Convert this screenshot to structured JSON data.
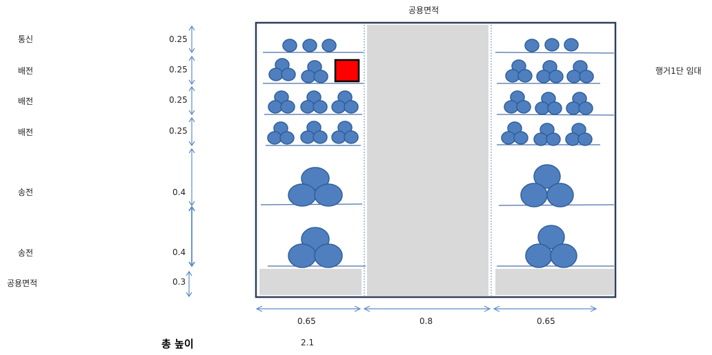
{
  "diagram": {
    "top_label": "공용면적",
    "right_label": "행거1단 임대",
    "rows": [
      {
        "name": "통신",
        "height": "0.25"
      },
      {
        "name": "배전",
        "height": "0.25"
      },
      {
        "name": "배전",
        "height": "0.25"
      },
      {
        "name": "배전",
        "height": "0.25"
      },
      {
        "name": "송전",
        "height": "0.4"
      },
      {
        "name": "송전",
        "height": "0.4"
      },
      {
        "name": "공용면적",
        "height": "0.3"
      }
    ],
    "columns": [
      "0.65",
      "0.8",
      "0.65"
    ],
    "total": {
      "label": "총 높이",
      "value": "2.1"
    }
  },
  "colors": {
    "cable_fill": "#4f7fbf",
    "cable_stroke": "#2f5f9a",
    "frame": "#2e3f5c",
    "shelf": "#4a6fa8",
    "gray_area": "#d9d9d9",
    "highlight": "#ff0000",
    "arrow": "#5b8ac6"
  }
}
